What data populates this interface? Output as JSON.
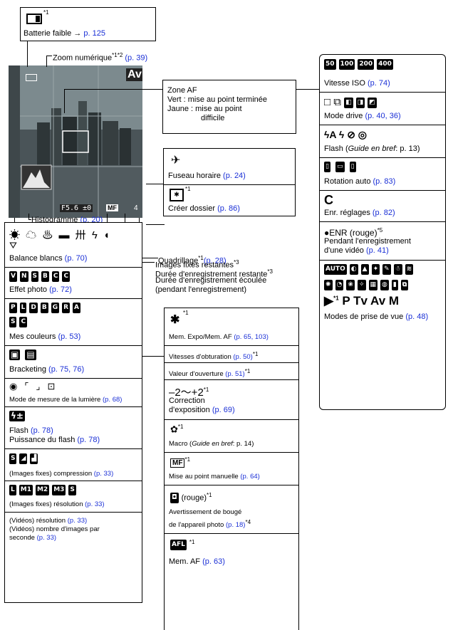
{
  "battery": {
    "text": "Batterie faible → ",
    "link": "p. 125",
    "sup": "*1"
  },
  "zoom": {
    "text": "Zoom numérique",
    "sup": "*1*2",
    "link": "(p. 39)"
  },
  "af_zone": {
    "title": "Zone AF",
    "line1": "Vert : mise au point terminée",
    "line2": "Jaune : mise au point",
    "line3": "difficile"
  },
  "timezone": {
    "text": "Fuseau horaire ",
    "link": "(p. 24)"
  },
  "folder": {
    "sup": "*1",
    "text": "Créer dossier ",
    "link": "(p. 86)"
  },
  "histogram": {
    "text": "Histogramme ",
    "link": "(p. 20)"
  },
  "grid": {
    "text": "Quadrillage",
    "sup": "*1",
    "link": "(p. 28)"
  },
  "remaining": {
    "l1": "Images fixes restantes",
    "s1": "*3",
    "l2": "Durée d'enregistrement restante",
    "s2": "*3",
    "l3": "Durée d'enregistrement écoulée",
    "l4": "(pendant l'enregistrement)"
  },
  "lcd": {
    "fstop": "F5.6",
    "ev": "±0",
    "mf": "MF",
    "count": "4",
    "mode": "Av"
  },
  "left_col": {
    "wb": {
      "icons": "☀ ☁ ♨ ▬ 卅 ϟ ◖",
      "text": "Balance blancs ",
      "link": "(p. 70)"
    },
    "effect": {
      "icons": [
        "V",
        "N",
        "S",
        "B",
        "C",
        "C"
      ],
      "text": "Effet photo ",
      "link": "(p. 72)"
    },
    "mycolors": {
      "icons": [
        "P",
        "L",
        "D",
        "B",
        "G",
        "R",
        "A",
        "S",
        "C"
      ],
      "text": "Mes couleurs ",
      "link": "(p. 53)"
    },
    "bracket": {
      "text": "Bracketing ",
      "link": "(p. 75, 76)"
    },
    "metering": {
      "text": "Mode de mesure de la lumière ",
      "link": "(p. 68)"
    },
    "flash": {
      "l1": "Flash ",
      "link1": "(p. 78)",
      "l2": "Puissance du flash ",
      "link2": "(p. 78)"
    },
    "compression": {
      "text": "(Images fixes) compression ",
      "link": "(p. 33)"
    },
    "resolution": {
      "icons": [
        "L",
        "M1",
        "M2",
        "M3",
        "S"
      ],
      "text": "(Images fixes) résolution ",
      "link": "(p. 33)"
    },
    "video": {
      "l1": "(Vidéos) résolution ",
      "link1": "(p. 33)",
      "l2": "(Vidéos) nombre d'images par",
      "l3": "seconde ",
      "link3": "(p. 33)"
    }
  },
  "mid_col": {
    "ae": {
      "sup": "*1",
      "text": "Mem. Expo/Mem. AF ",
      "link": "(p. 65, 103)"
    },
    "shutter": {
      "text": "Vitesses d'obturation ",
      "link": "(p. 50)",
      "sup": "*1"
    },
    "aperture": {
      "text": "Valeur d'ouverture ",
      "link": "(p. 51)",
      "sup": "*1"
    },
    "exposure": {
      "range": "–2～+2",
      "sup": "*1",
      "l1": "Correction",
      "l2": "d'exposition ",
      "link": "(p. 69)"
    },
    "macro": {
      "sup": "*1",
      "text": "Macro (",
      "ital": "Guide en bref",
      "rest": ": p. 14)"
    },
    "mf": {
      "sup": "*1",
      "icon": "MF",
      "text": "Mise au point manuelle ",
      "link": "(p. 64)"
    },
    "shake": {
      "title": "(rouge)",
      "sup": "*1",
      "l1": "Avertissement de bougé",
      "l2": "de l'appareil photo ",
      "link": "(p. 18)",
      "sup2": "*4"
    },
    "afl": {
      "icon": "AFL",
      "sup": "*1",
      "text": "Mem. AF ",
      "link": "(p. 63)"
    }
  },
  "right_col": {
    "iso": {
      "icons": [
        "50",
        "100",
        "200",
        "400"
      ],
      "text": "Vitesse ISO ",
      "link": "(p. 74)"
    },
    "drive": {
      "text": "Mode drive ",
      "link": "(p. 40, 36)"
    },
    "flash": {
      "icons": "ϟA  ϟ  ⊘  ◎",
      "text": "Flash (",
      "ital": "Guide en bref",
      "rest": ": p. 13)"
    },
    "rotation": {
      "text": "Rotation auto ",
      "link": "(p. 83)"
    },
    "custom": {
      "icon": "C",
      "text": "Enr. réglages ",
      "link": "(p. 82)"
    },
    "rec": {
      "title": "●ENR (rouge)",
      "sup": "*5",
      "l1": "Pendant l'enregistrement",
      "l2": "d'une vidéo ",
      "link": "(p. 41)"
    },
    "modes": {
      "row3": "P  Tv  Av  M",
      "sup": "*1",
      "text": "Modes de prise de vue ",
      "link": "(p. 48)"
    }
  }
}
